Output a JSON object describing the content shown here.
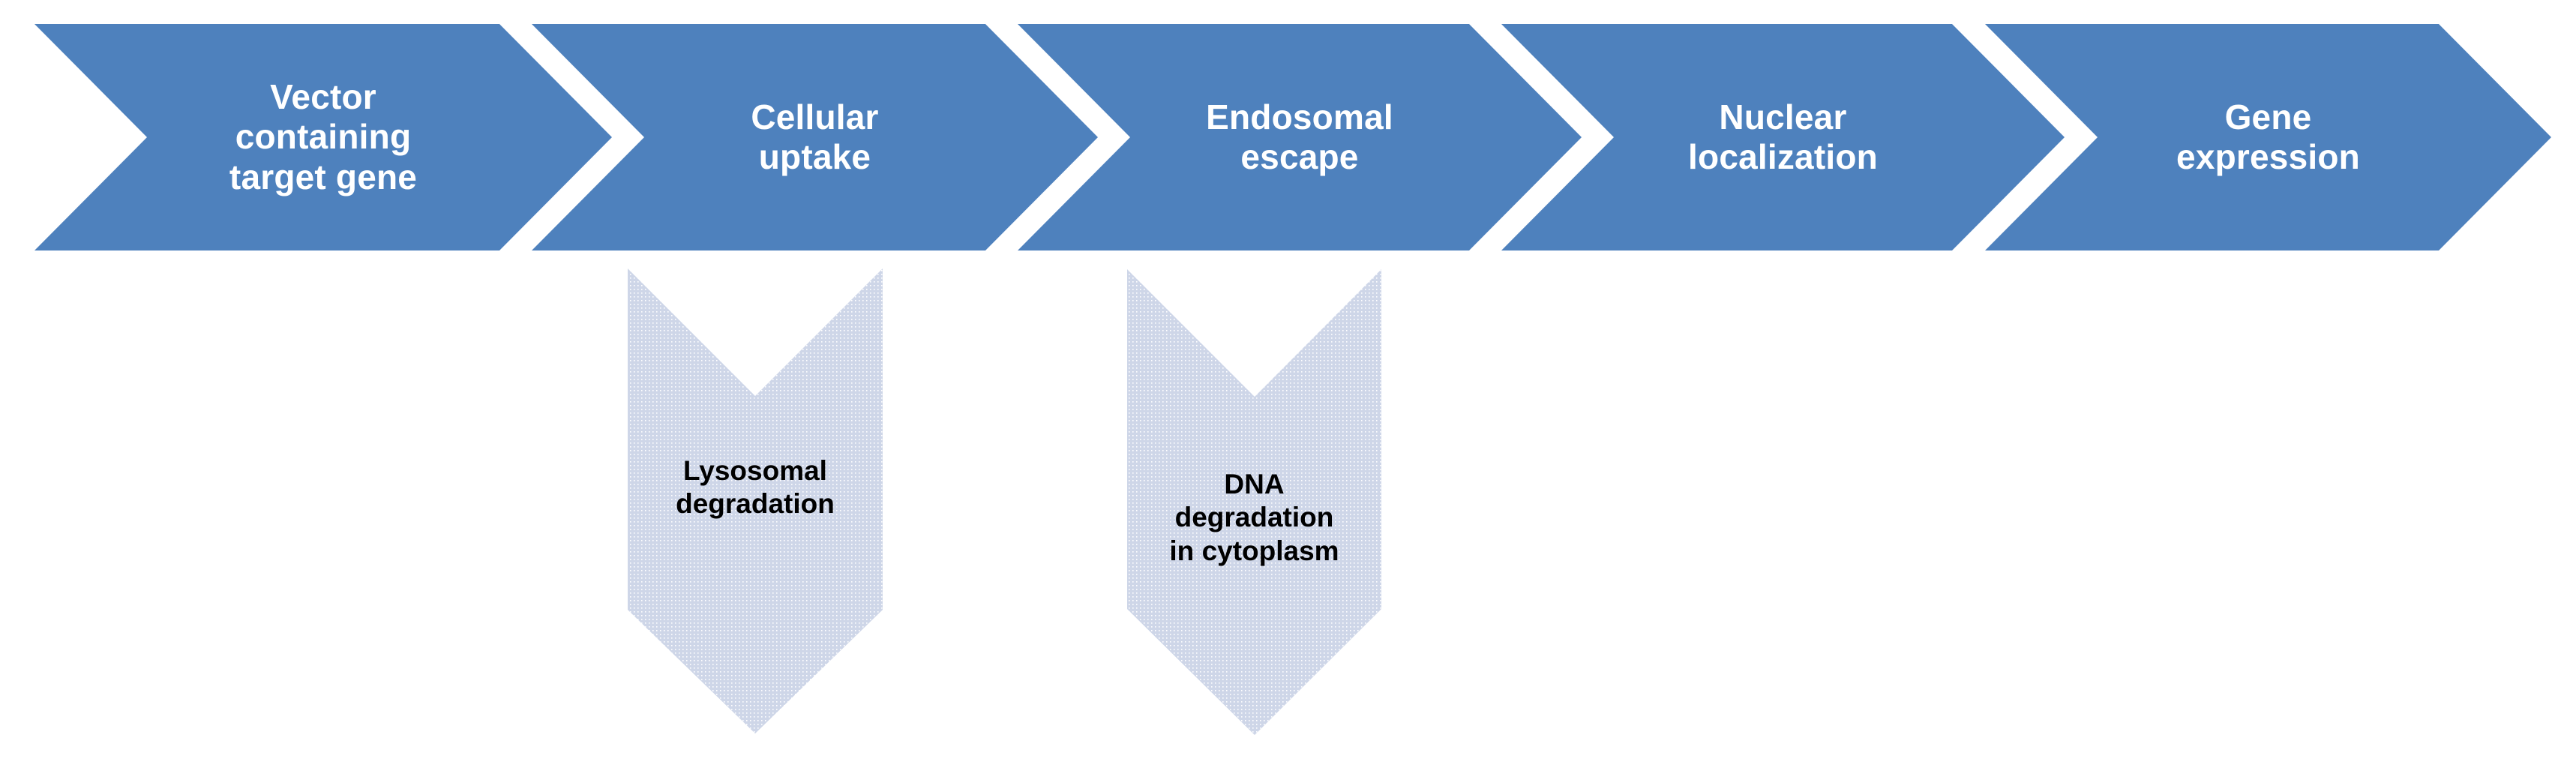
{
  "diagram": {
    "title": "Gene delivery process chevron flow",
    "type": "process-flow-chevron",
    "background_color": "#FFFFFF",
    "chevron_color": "#4E81BD",
    "chevron_text_color": "#FFFFFF",
    "downarrow_color": "#CED6E8",
    "downarrow_pattern": "small-dot-grid",
    "downarrow_text_color": "#000000"
  },
  "process": {
    "steps": [
      {
        "id": "step-1",
        "label": "Vector\ncontaining\ntarget gene"
      },
      {
        "id": "step-2",
        "label": "Cellular\nuptake"
      },
      {
        "id": "step-3",
        "label": "Endosomal\nescape"
      },
      {
        "id": "step-4",
        "label": "Nuclear\nlocalization"
      },
      {
        "id": "step-5",
        "label": "Gene\nexpression"
      }
    ]
  },
  "loss_pathways": [
    {
      "id": "loss-1",
      "label": "Lysosomal\ndegradation",
      "from_step": "step-2"
    },
    {
      "id": "loss-2",
      "label": "DNA\ndegradation\nin cytoplasm",
      "from_step": "step-3"
    }
  ]
}
